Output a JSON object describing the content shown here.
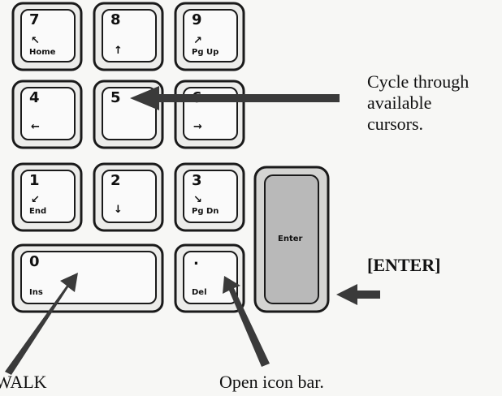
{
  "keys": {
    "k7": {
      "digit": "7",
      "arrow": "↖",
      "sub": "Home"
    },
    "k8": {
      "digit": "8",
      "arrow": "↑"
    },
    "k9": {
      "digit": "9",
      "arrow": "↗",
      "sub": "Pg Up"
    },
    "k4": {
      "digit": "4",
      "arrow": "←"
    },
    "k5": {
      "digit": "5"
    },
    "k6": {
      "digit": "6",
      "arrow": "→"
    },
    "k1": {
      "digit": "1",
      "arrow": "↙",
      "sub": "End"
    },
    "k2": {
      "digit": "2",
      "arrow": "↓"
    },
    "k3": {
      "digit": "3",
      "arrow": "↘",
      "sub": "Pg Dn"
    },
    "k0": {
      "digit": "0",
      "sub": "Ins"
    },
    "kdot": {
      "digit": ".",
      "sub": "Del"
    },
    "kenter": {
      "sub": "Enter"
    }
  },
  "callouts": {
    "cycle": [
      "Cycle through",
      "available",
      "cursors."
    ],
    "enter": "[ENTER]",
    "walk": "WALK",
    "icon_bar": "Open icon bar."
  },
  "colors": {
    "key_face": "#fafafa",
    "key_border": "#1a1a1a",
    "enter_face": "#b9b9b9",
    "arrow": "#3a3a3a"
  }
}
